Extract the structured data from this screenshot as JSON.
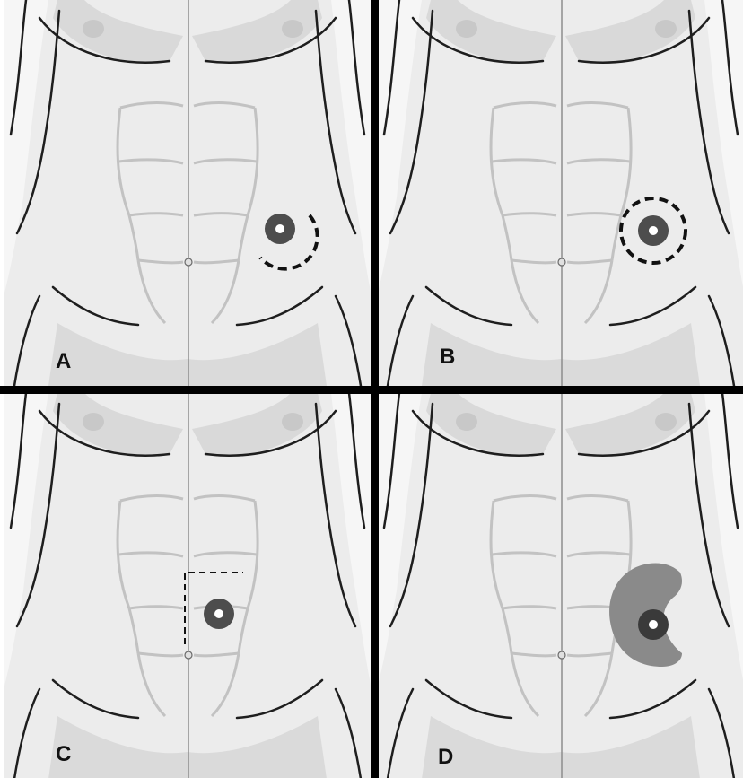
{
  "figure": {
    "colors": {
      "background": "#ffffff",
      "skin": "#e6e6e6",
      "muscle": "#cdcdcd",
      "outline": "#222222",
      "divider": "#000000",
      "stoma": "#4d4d4d",
      "stoma_lumen": "#ffffff",
      "shaded_region": "#8a8a8a",
      "dashed": "#111111"
    },
    "panels": [
      {
        "label": "A",
        "marking": "partial-dashed-arc"
      },
      {
        "label": "B",
        "marking": "full-dashed-circle"
      },
      {
        "label": "C",
        "marking": "dashed-corner"
      },
      {
        "label": "D",
        "marking": "shaded-crescent"
      }
    ]
  }
}
